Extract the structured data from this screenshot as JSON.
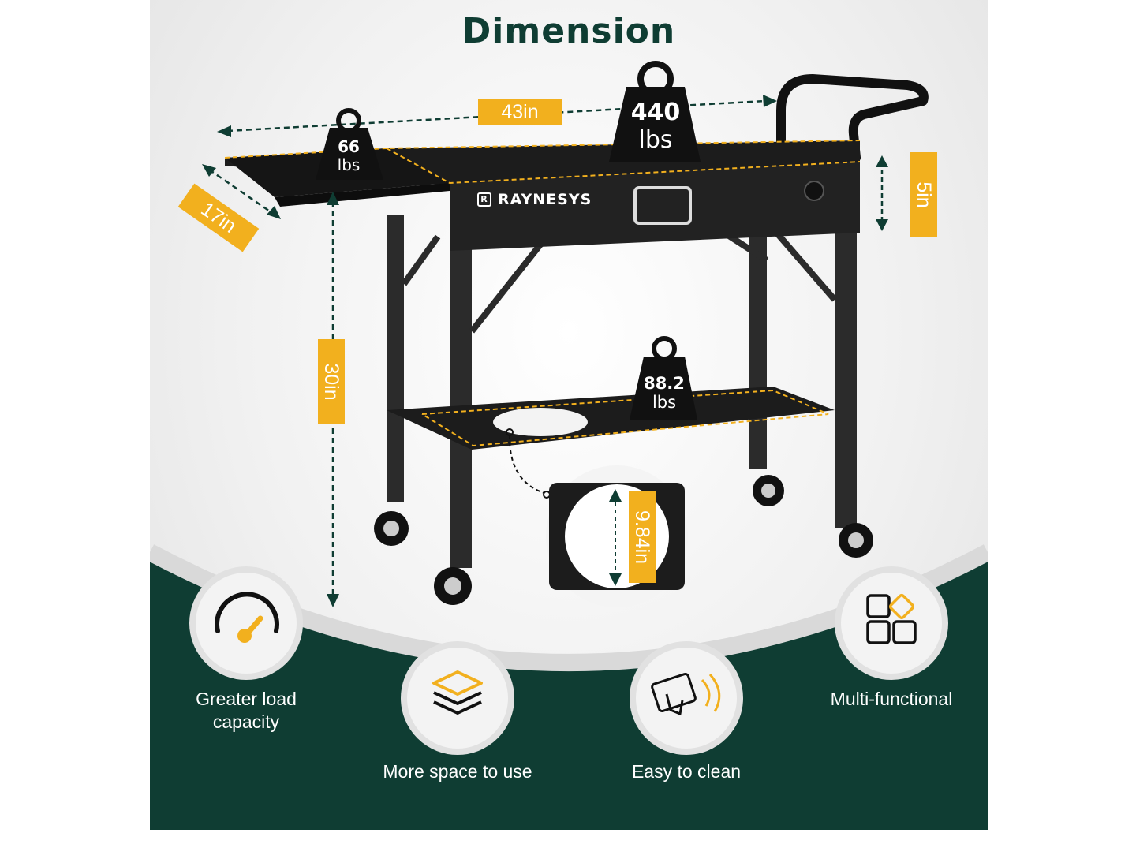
{
  "title": "Dimension",
  "brand": "RAYNESYS",
  "brand_logo_glyph": "R",
  "dimensions": {
    "width": "43in",
    "depth": "17in",
    "height": "30in",
    "side_height": "5in",
    "hole": "9.84in"
  },
  "weights": {
    "top": {
      "value": "440",
      "unit": "lbs"
    },
    "side": {
      "value": "66",
      "unit": "lbs"
    },
    "shelf": {
      "value": "88.2",
      "unit": "lbs"
    }
  },
  "features": [
    {
      "label": "Greater load capacity",
      "icon": "gauge-icon"
    },
    {
      "label": "More space to use",
      "icon": "layers-icon"
    },
    {
      "label": "Easy to clean",
      "icon": "wipe-hand-icon"
    },
    {
      "label": "Multi-functional",
      "icon": "grid-squares-icon"
    }
  ],
  "colors": {
    "accent": "#f2b01e",
    "dark_green": "#0f3d33",
    "cart": "#1c1c1c"
  }
}
